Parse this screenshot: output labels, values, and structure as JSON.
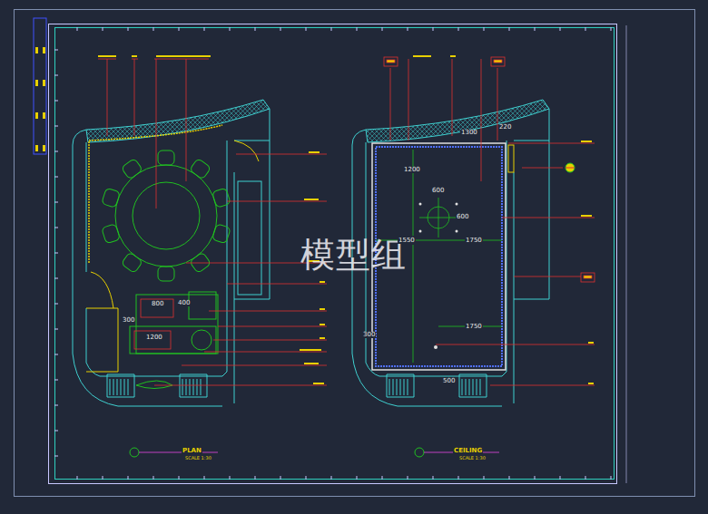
{
  "diagram": {
    "labels": [
      "模型组",
      "PLAN",
      "SCALE 1:30",
      "CEILING",
      "SCALE 1:30",
      "800",
      "400",
      "300",
      "1200",
      "600",
      "600",
      "1550",
      "1750",
      "1750",
      "1200",
      "1300",
      "220",
      "300",
      "500"
    ]
  }
}
